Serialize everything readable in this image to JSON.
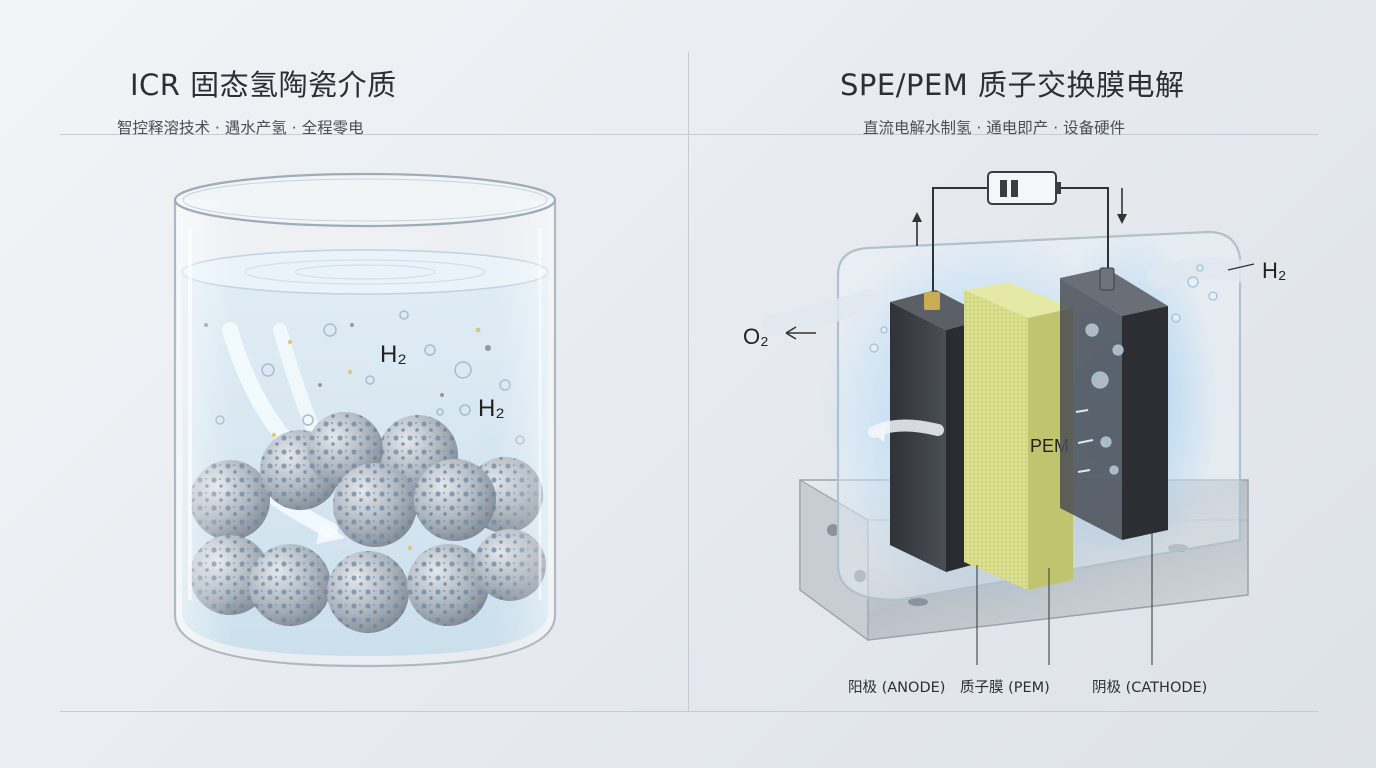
{
  "left": {
    "title": "ICR 固态氢陶瓷介质",
    "subtitle": "智控释溶技术 · 遇水产氢 · 全程零电",
    "gas_label_1": "H₂",
    "gas_label_2": "H₂"
  },
  "right": {
    "title": "SPE/PEM 质子交换膜电解",
    "subtitle": "直流电解水制氢 · 通电即产 · 设备硬件",
    "o2_label": "O₂",
    "h2_label": "H₂",
    "membrane_text": "PEM",
    "captions": {
      "anode": "阳极 (ANODE)",
      "pem": "质子膜 (PEM)",
      "cathode": "阴极 (CATHODE)"
    }
  },
  "colors": {
    "background": "#e9edf1",
    "water": "#cfe3f0",
    "ceramic_ball": "#9aa3ad",
    "electrode": "#3b3e44",
    "membrane": "#d8dc8a",
    "glow": "#8fc8f5"
  }
}
